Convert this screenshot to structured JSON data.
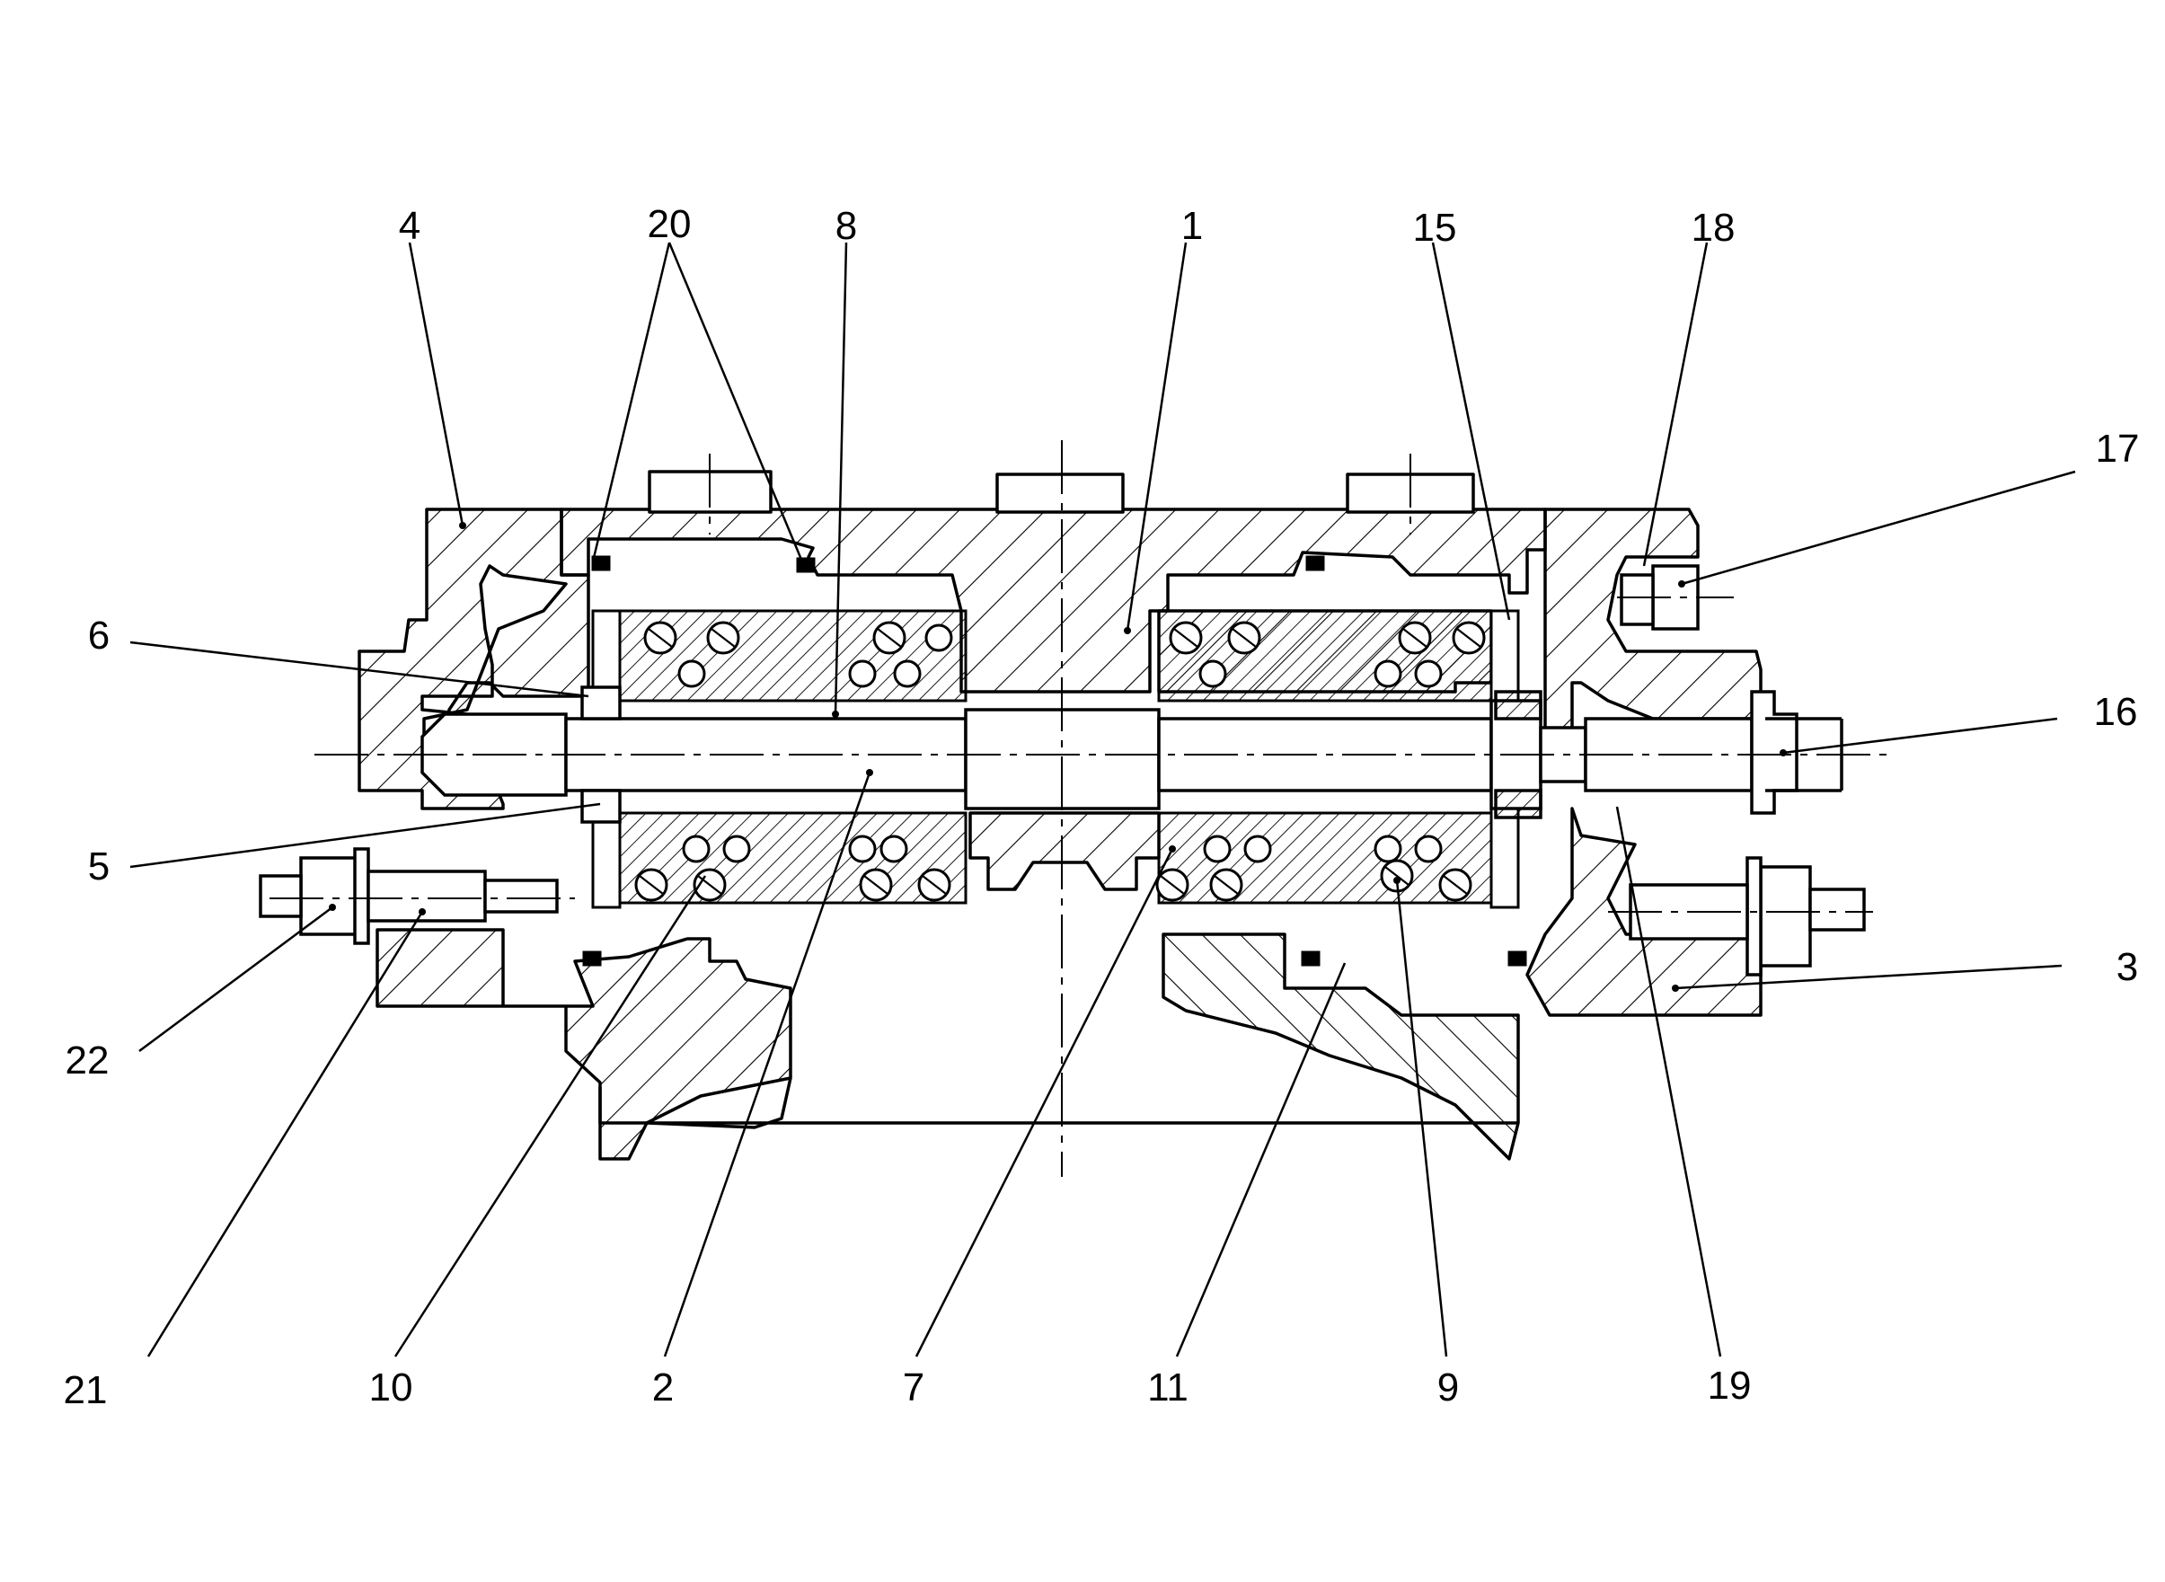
{
  "diagram": {
    "ink_color": "#000000",
    "paper_color": "#ffffff",
    "callouts": [
      {
        "id": "c4",
        "label": "4"
      },
      {
        "id": "c20",
        "label": "20"
      },
      {
        "id": "c8",
        "label": "8"
      },
      {
        "id": "c1",
        "label": "1"
      },
      {
        "id": "c15",
        "label": "15"
      },
      {
        "id": "c18",
        "label": "18"
      },
      {
        "id": "c17",
        "label": "17"
      },
      {
        "id": "c6",
        "label": "6"
      },
      {
        "id": "c16",
        "label": "16"
      },
      {
        "id": "c5",
        "label": "5"
      },
      {
        "id": "c3",
        "label": "3"
      },
      {
        "id": "c22",
        "label": "22"
      },
      {
        "id": "c21",
        "label": "21"
      },
      {
        "id": "c10",
        "label": "10"
      },
      {
        "id": "c2",
        "label": "2"
      },
      {
        "id": "c7",
        "label": "7"
      },
      {
        "id": "c11",
        "label": "11"
      },
      {
        "id": "c9",
        "label": "9"
      },
      {
        "id": "c19",
        "label": "19"
      }
    ]
  }
}
